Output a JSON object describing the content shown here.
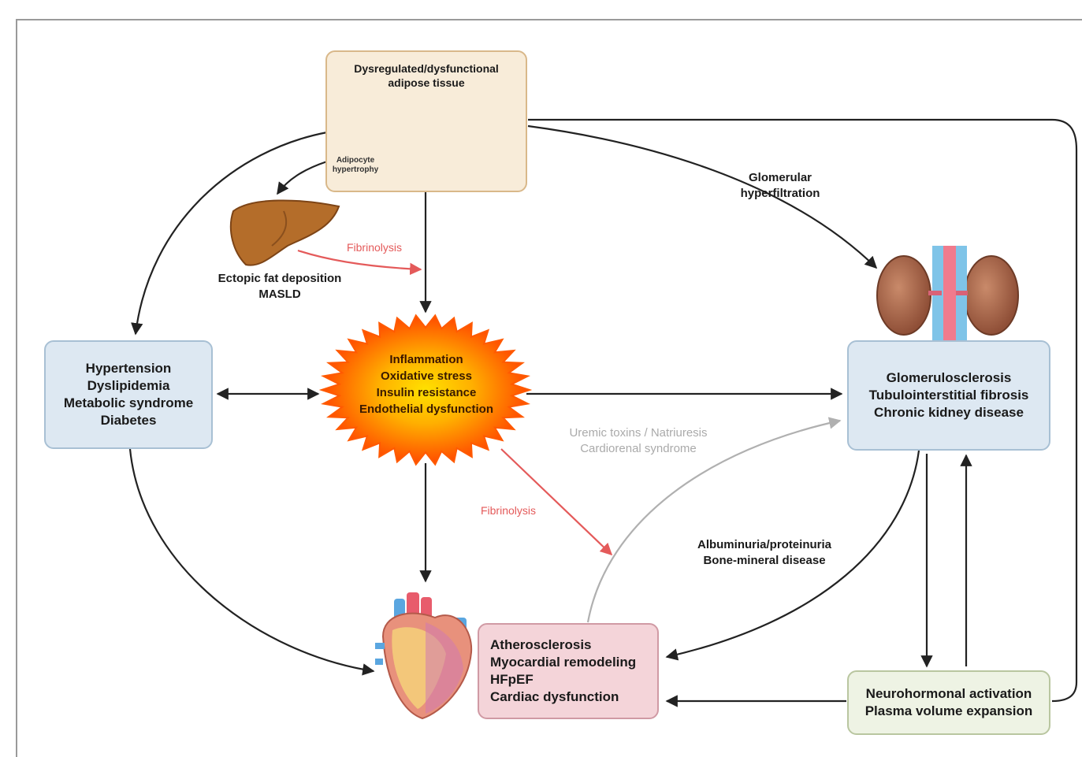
{
  "adipose": {
    "title_line1": "Dysregulated/dysfunctional",
    "title_line2": "adipose tissue",
    "inner_label_line1": "Adipocyte",
    "inner_label_line2": "hypertrophy"
  },
  "liver": {
    "label_line1": "Ectopic fat deposition",
    "label_line2": "MASLD"
  },
  "inflammation": {
    "line1": "Inflammation",
    "line2": "Oxidative stress",
    "line3": "Insulin resistance",
    "line4": "Endothelial dysfunction"
  },
  "left_box": {
    "line1": "Hypertension",
    "line2": "Dyslipidemia",
    "line3": "Metabolic syndrome",
    "line4": "Diabetes"
  },
  "right_box": {
    "line1": "Glomerulosclerosis",
    "line2": "Tubulointerstitial fibrosis",
    "line3": "Chronic kidney disease"
  },
  "cardiac_box": {
    "line1": "Atherosclerosis",
    "line2": "Myocardial remodeling",
    "line3": "HFpEF",
    "line4": "Cardiac dysfunction"
  },
  "neuro_box": {
    "line1": "Neurohormonal activation",
    "line2": "Plasma volume expansion"
  },
  "arrow_labels": {
    "glomerular_line1": "Glomerular",
    "glomerular_line2": "hyperfiltration",
    "fibrinolysis_top": "Fibrinolysis",
    "uremic_line1": "Uremic toxins / Natriuresis",
    "uremic_line2": "Cardiorenal syndrome",
    "fibrinolysis_bottom": "Fibrinolysis",
    "albuminuria_line1": "Albuminuria/proteinuria",
    "albuminuria_line2": "Bone-mineral disease"
  },
  "colors": {
    "adipose_fill": "#f8ecd9",
    "blue_box": "#dde8f2",
    "pink_box": "#f4d4d9",
    "green_box": "#eef3e4",
    "red_arrow": "#e45a5a",
    "grey_arrow": "#b0b0b0",
    "black_arrow": "#222222",
    "starburst_outer": "#ff6a00",
    "starburst_inner": "#ffd400"
  }
}
